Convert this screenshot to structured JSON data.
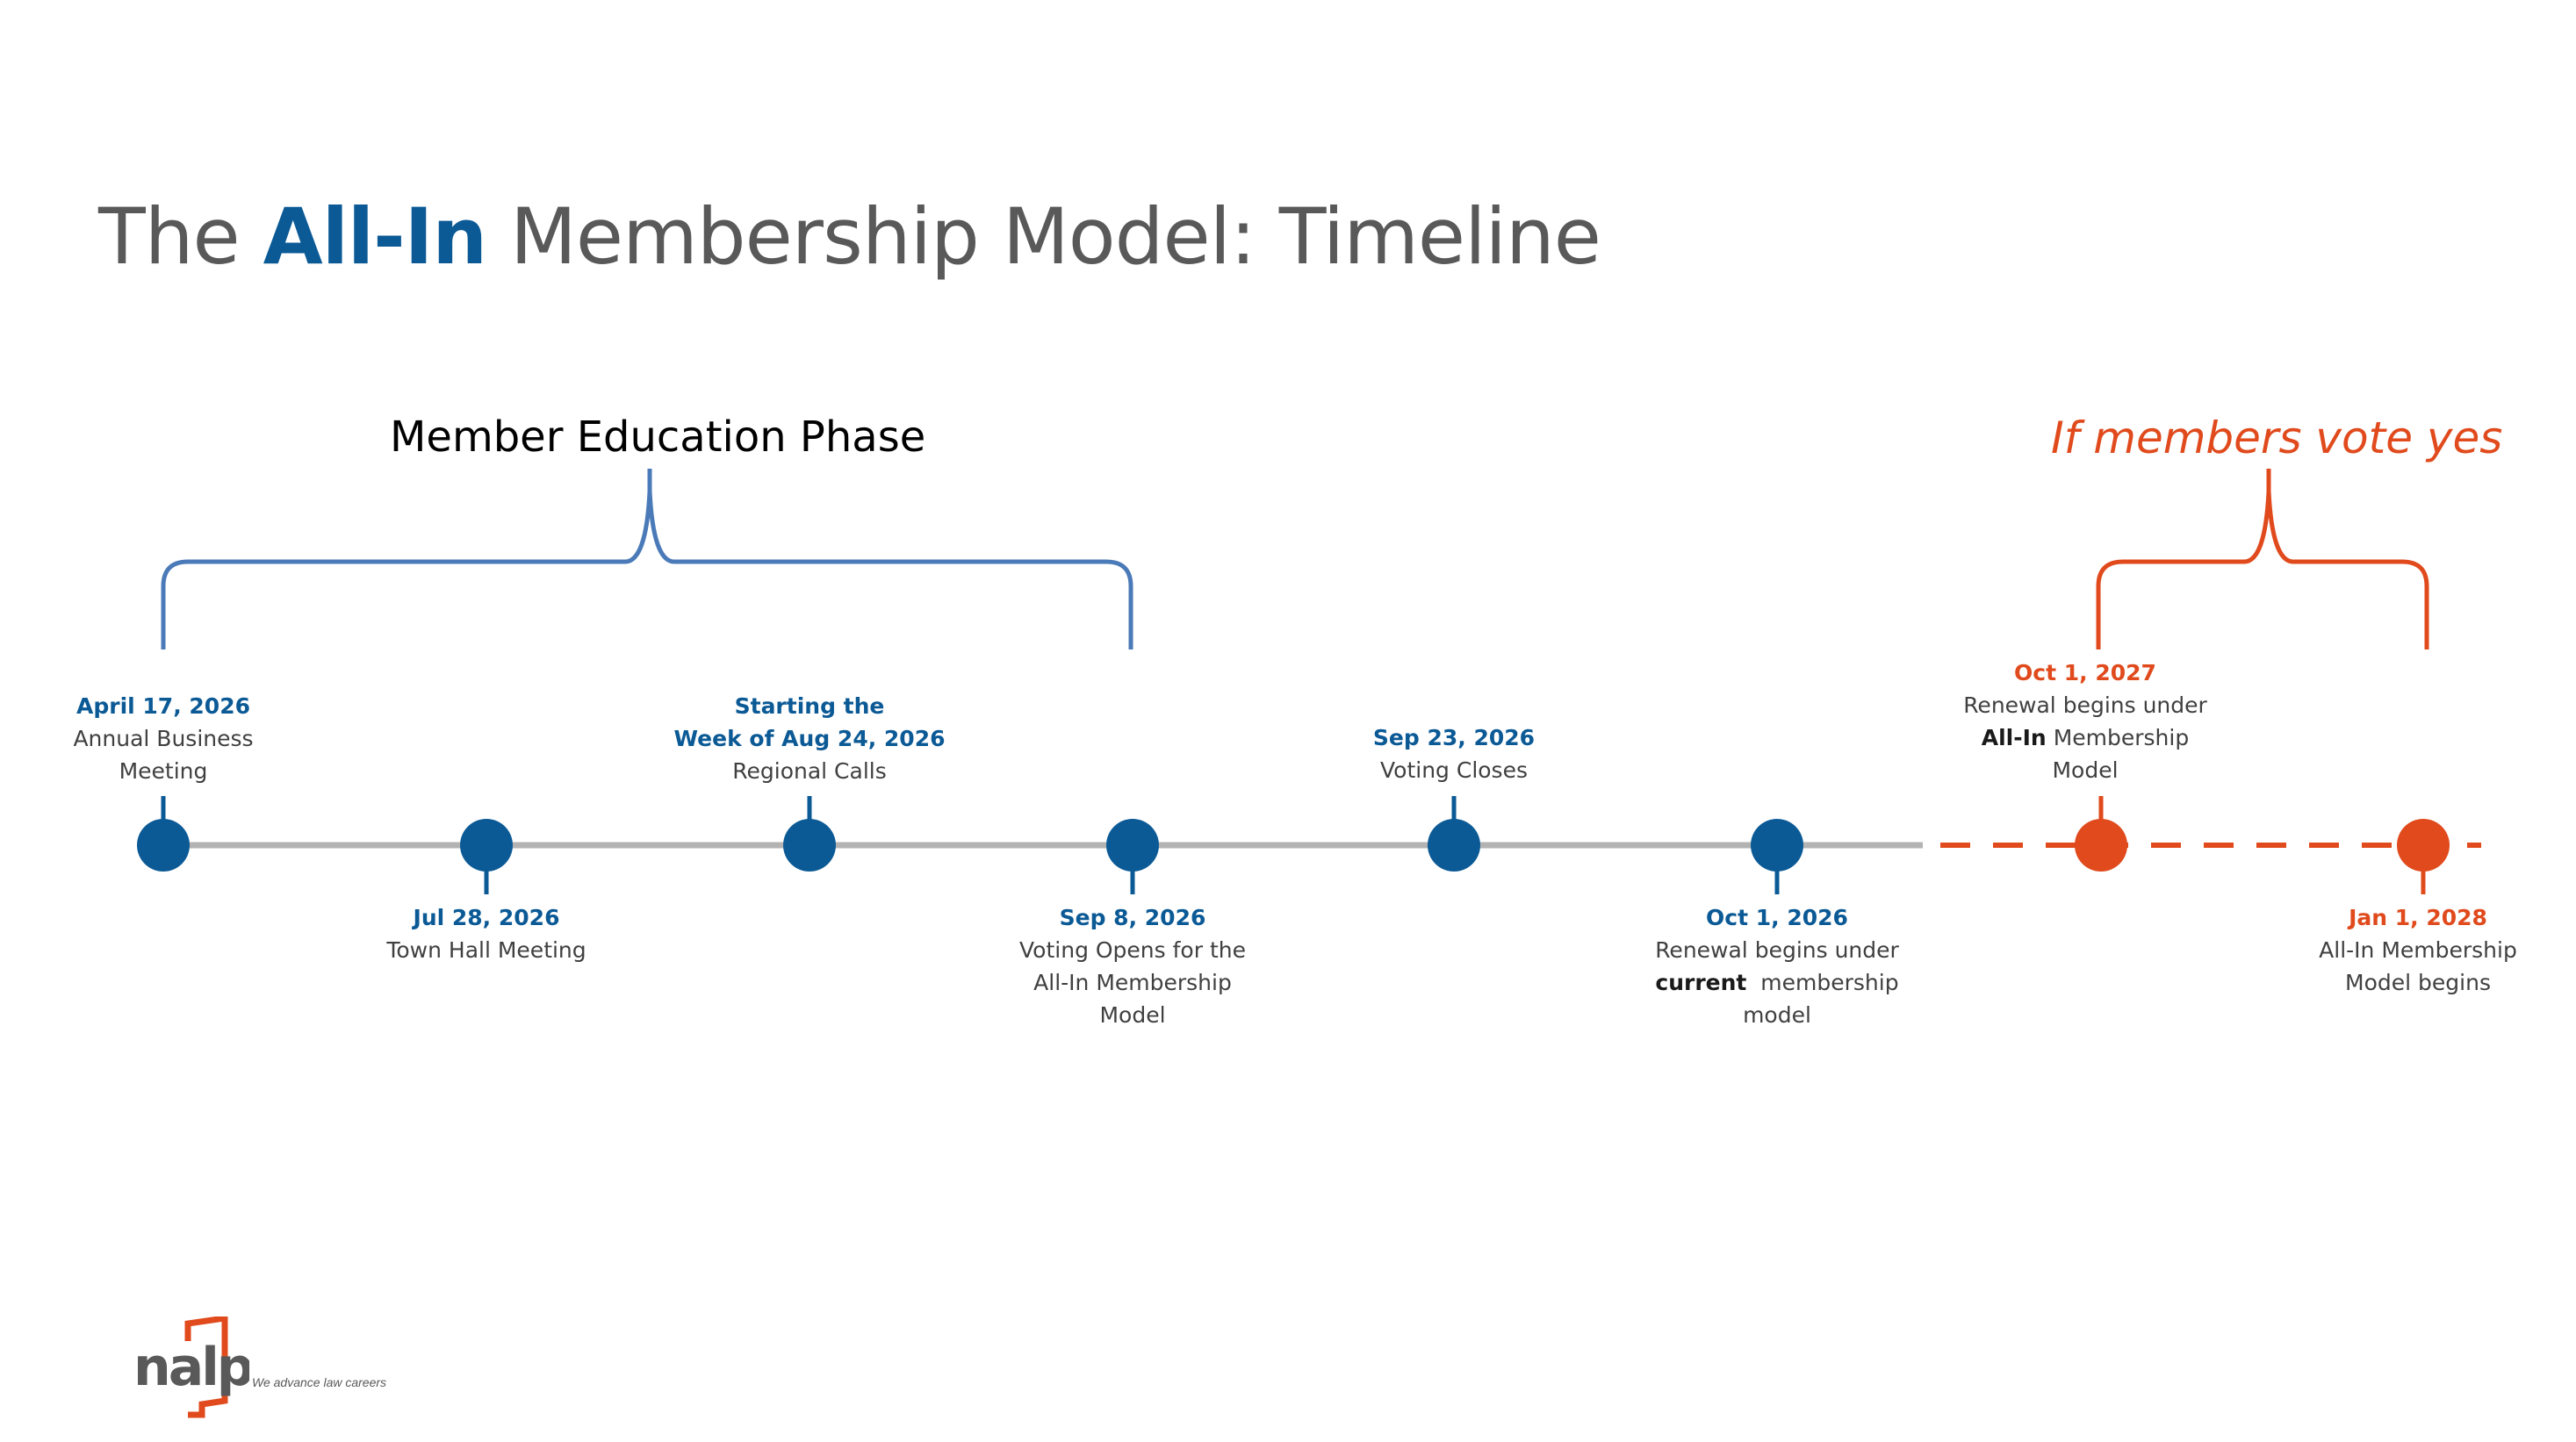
{
  "title": {
    "prefix": "The",
    "highlight": "All-In",
    "suffix": "Membership Model: Timeline"
  },
  "phases": {
    "education": "Member Education Phase",
    "vote_yes": "If members vote yes"
  },
  "colors": {
    "blue": "#0b5a96",
    "orange": "#e04a1c",
    "bracket_blue": "#4a7ab8",
    "line_gray": "#b3b3b3",
    "title_gray": "#595959"
  },
  "milestones": [
    {
      "date": "April 17, 2026",
      "lines": [
        "Annual Business",
        "Meeting"
      ],
      "position": "above",
      "color": "blue"
    },
    {
      "date": "Jul 28, 2026",
      "lines": [
        "Town Hall Meeting"
      ],
      "position": "below",
      "color": "blue"
    },
    {
      "date_lines": [
        "Starting the",
        "Week of Aug 24, 2026"
      ],
      "lines": [
        "Regional Calls"
      ],
      "position": "above",
      "color": "blue"
    },
    {
      "date": "Sep 8, 2026",
      "lines": [
        "Voting Opens for the",
        "All-In Membership",
        "Model"
      ],
      "position": "below",
      "color": "blue"
    },
    {
      "date": "Sep 23, 2026",
      "lines": [
        "Voting Closes"
      ],
      "position": "above",
      "color": "blue"
    },
    {
      "date": "Oct 1, 2026",
      "line1": "Renewal begins under",
      "bold": "current",
      "after_bold": "membership",
      "line3": "model",
      "position": "below",
      "color": "blue"
    },
    {
      "date": "Oct 1, 2027",
      "line1": "Renewal begins under",
      "bold": "All-In",
      "after_bold": "Membership",
      "line3": "Model",
      "position": "above",
      "color": "orange"
    },
    {
      "date": "Jan 1, 2028",
      "lines": [
        "All-In Membership",
        "Model begins"
      ],
      "position": "below",
      "color": "orange"
    }
  ],
  "logo": {
    "text": "nalp",
    "tagline": "We advance law careers"
  }
}
